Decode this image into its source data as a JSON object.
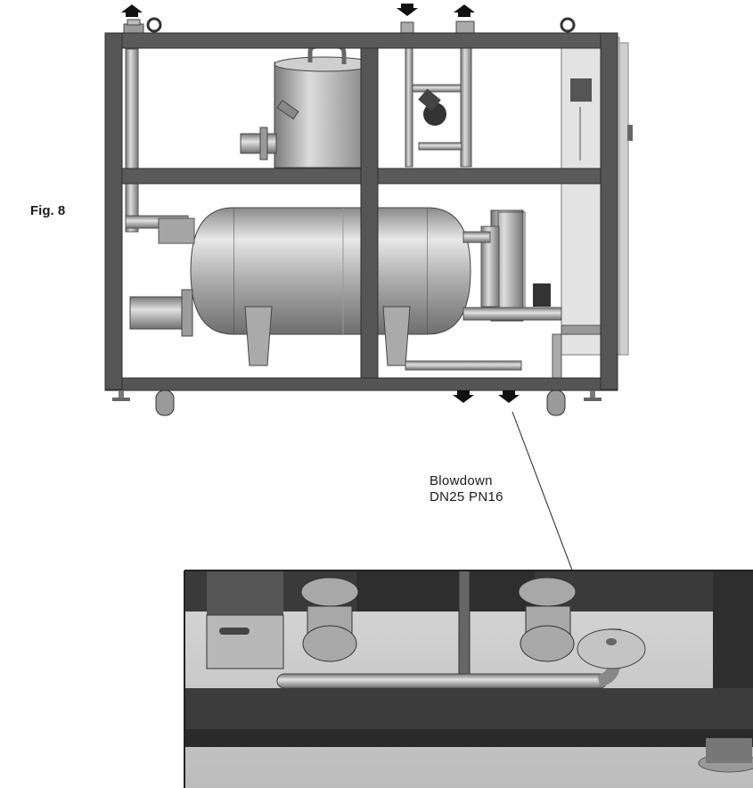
{
  "figure": {
    "label": "Fig. 8"
  },
  "callout": {
    "line1": "Blowdown",
    "line2": "DN25 PN16"
  },
  "colors": {
    "frame": "#555555",
    "frame_dark": "#3a3a3a",
    "vessel": "#b5b5b5",
    "detail_frame": "#2e2e2e",
    "background": "#ffffff"
  },
  "icons": [
    "arrow-up-icon",
    "arrow-down-icon"
  ]
}
